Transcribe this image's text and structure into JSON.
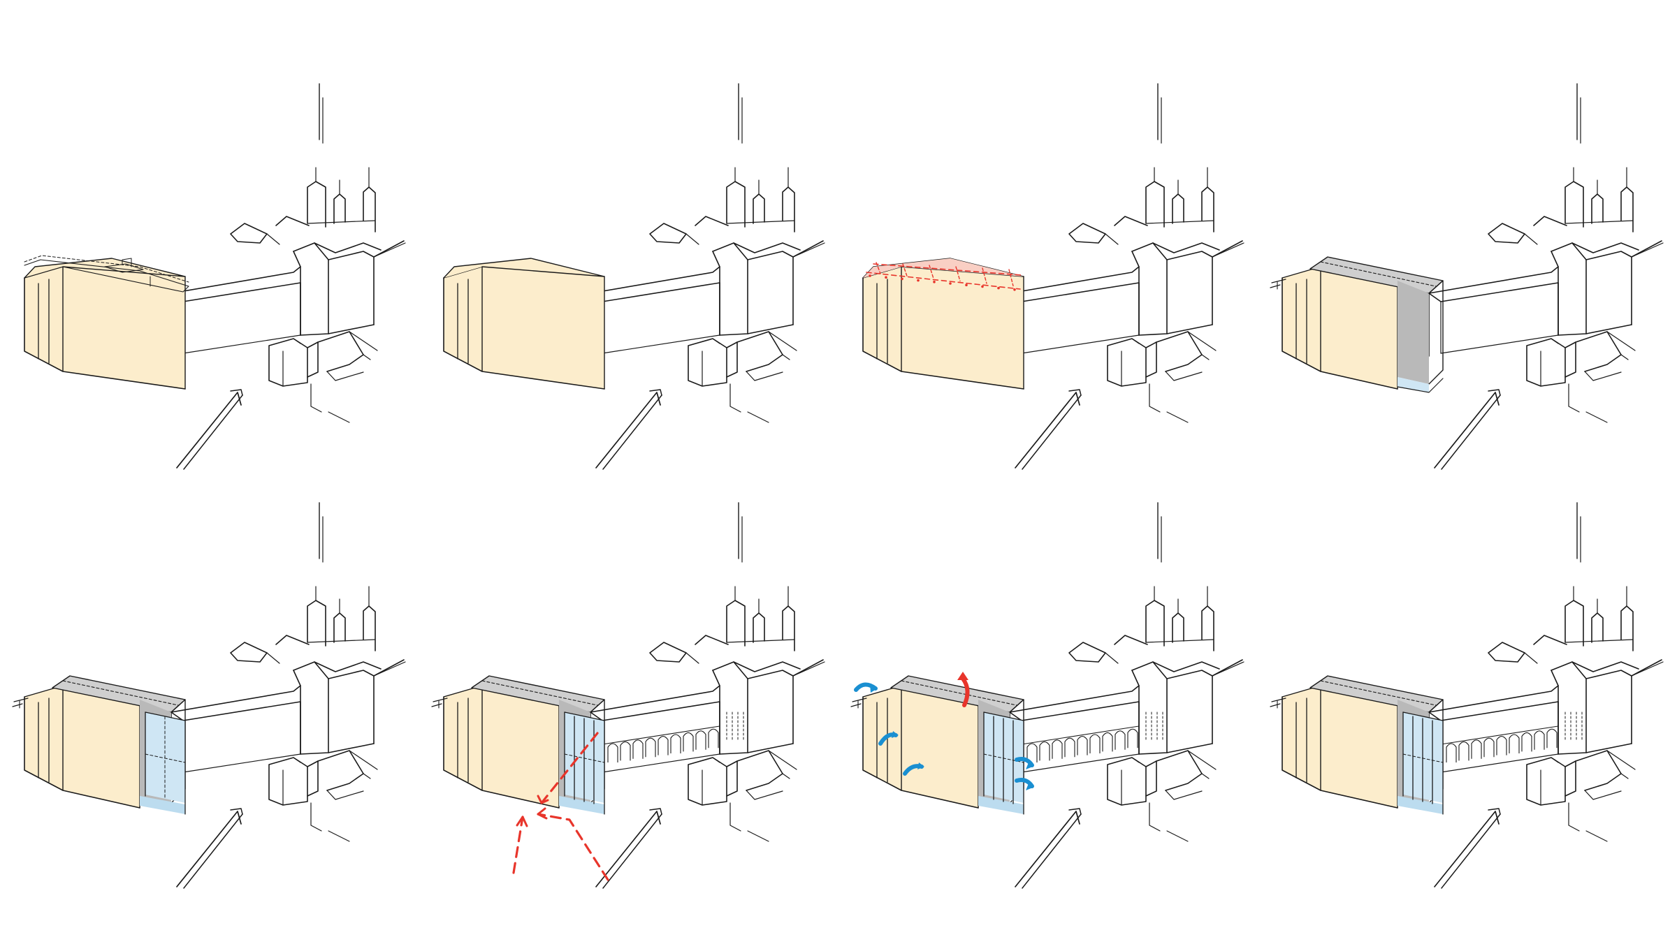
{
  "sheet": {
    "background": "#ffffff"
  },
  "colors": {
    "ink": "#1a1a1a",
    "existing_fill": "#fcedcc",
    "new_roof_grey": "#cfcfcf",
    "new_roof_grey_dark": "#b9b9b9",
    "glazing_blue": "#cfe6f4",
    "glazing_blue_dark": "#bcdcef",
    "roof_structure_red": "#f9cfc4",
    "annotation_red": "#e8352b",
    "airflow_blue": "#1a8fd1",
    "airflow_red": "#e8352b"
  },
  "panels": [
    {
      "id": "1",
      "stage": "existing-building-with-roof-outline",
      "existing_building": true,
      "roof_outline": true,
      "roof_structure": false,
      "new_roof": false,
      "glazing": false,
      "arcade": false,
      "access_arrows": false,
      "airflow": false
    },
    {
      "id": "2",
      "stage": "existing-building",
      "existing_building": true,
      "roof_outline": false,
      "roof_structure": false,
      "new_roof": false,
      "glazing": false,
      "arcade": false,
      "access_arrows": false,
      "airflow": false
    },
    {
      "id": "3",
      "stage": "roof-structure",
      "existing_building": true,
      "roof_outline": false,
      "roof_structure": true,
      "new_roof": false,
      "glazing": false,
      "arcade": false,
      "access_arrows": false,
      "airflow": false
    },
    {
      "id": "4",
      "stage": "new-roof-volume",
      "existing_building": true,
      "roof_outline": false,
      "roof_structure": false,
      "new_roof": true,
      "glazing": "small",
      "arcade": false,
      "access_arrows": false,
      "airflow": false
    },
    {
      "id": "5",
      "stage": "glazed-extension",
      "existing_building": true,
      "roof_outline": false,
      "roof_structure": false,
      "new_roof": true,
      "glazing": "full",
      "arcade": false,
      "access_arrows": false,
      "airflow": false
    },
    {
      "id": "6",
      "stage": "access-routes",
      "existing_building": true,
      "roof_outline": false,
      "roof_structure": false,
      "new_roof": true,
      "glazing": "mullions",
      "arcade": true,
      "access_arrows": true,
      "airflow": false
    },
    {
      "id": "7",
      "stage": "ventilation",
      "existing_building": true,
      "roof_outline": false,
      "roof_structure": false,
      "new_roof": true,
      "glazing": "mullions",
      "arcade": true,
      "access_arrows": false,
      "airflow": true
    },
    {
      "id": "8",
      "stage": "final-scheme",
      "existing_building": true,
      "roof_outline": false,
      "roof_structure": false,
      "new_roof": true,
      "glazing": "mullions",
      "arcade": true,
      "access_arrows": false,
      "airflow": false
    }
  ]
}
